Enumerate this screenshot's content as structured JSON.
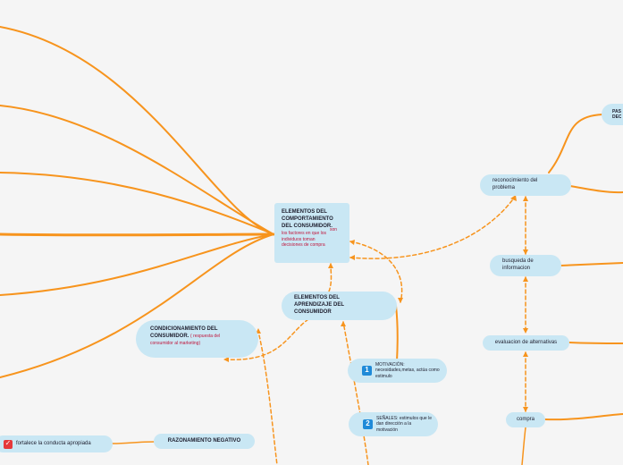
{
  "nodes": {
    "main": {
      "title": "ELEMENTOS DEL COMPORTAMIENTO DEL CONSUMIDOR.",
      "side": "son",
      "desc": "los factores en que los individuos toman decisiones de compra"
    },
    "aprendizaje": {
      "title": "ELEMENTOS DEL APRENDIZAJE DEL CONSUMIDOR"
    },
    "condicionamiento": {
      "title": "CONDICIONAMIENTO DEL CONSUMIDOR.",
      "note": "( respuesta del consumidor al marketing)"
    },
    "motivacion": {
      "badge": "1",
      "text": "MOTIVACIÓN: necesidades,metas, actúa como estimulo"
    },
    "senales": {
      "badge": "2",
      "text": "SEÑALES: estimulos que le dan dirección a la motivación"
    },
    "razonamiento": {
      "title": "RAZONAMIENTO NEGATIVO"
    },
    "fortalece": {
      "text": "fortalece la conducta apropiada"
    },
    "reconocimiento": {
      "text": "reconocimiento del problema"
    },
    "busqueda": {
      "text": "busqueda de informacion"
    },
    "evaluacion": {
      "text": "evaluacion de alternativas"
    },
    "compra": {
      "text": "compra"
    },
    "pasos": {
      "text": "PAS DEC"
    }
  },
  "colors": {
    "node": "#c9e7f4",
    "branch": "#f7941d",
    "background": "#f5f5f5"
  }
}
